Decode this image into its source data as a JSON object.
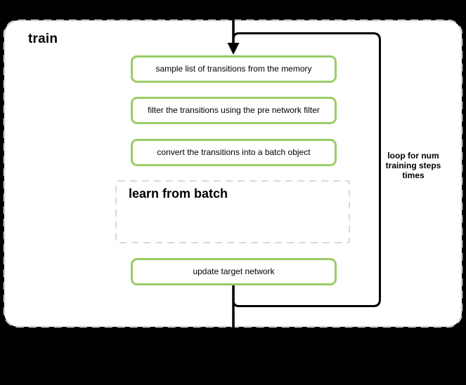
{
  "diagram": {
    "title": "train",
    "steps": [
      "sample list of transitions from the memory",
      "filter the transitions using the pre network filter",
      "convert the transitions into a batch object"
    ],
    "subprocess_label": "learn from batch",
    "final_step": "update target network",
    "loop_label_lines": [
      "loop for num",
      "training steps",
      "times"
    ]
  },
  "icons": {
    "entry_arrow": "arrow-down"
  },
  "colors": {
    "background": "#000000",
    "container_fill": "#ffffff",
    "container_border": "#d0d0d0",
    "step_border": "#99cc66",
    "step_fill": "#ffffff",
    "subprocess_border": "#d9d9d9",
    "loop_border": "#000000",
    "flow_line": "#000000",
    "text": "#000000"
  }
}
